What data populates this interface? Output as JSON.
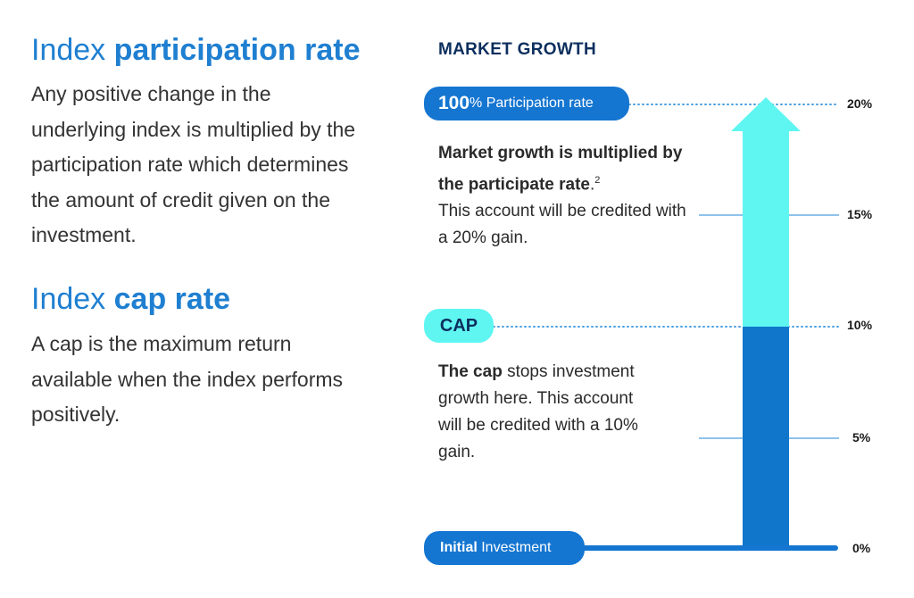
{
  "left": {
    "participation": {
      "title_plain": "Index",
      "title_bold": "participation rate",
      "body": "Any positive change in the underlying index is multiplied by the participation rate which determines the amount of credit given on the investment."
    },
    "cap": {
      "title_plain": "Index",
      "title_bold": "cap rate",
      "body": "A cap is the maximum return available when the index performs positively."
    }
  },
  "diagram": {
    "heading": "MARKET GROWTH",
    "ticks": [
      "20%",
      "15%",
      "10%",
      "5%",
      "0%"
    ],
    "participation_pill": {
      "bold": "100",
      "rest": "% Participation rate"
    },
    "cap_pill": {
      "label": "CAP"
    },
    "initial_pill": {
      "bold": "Initial",
      "rest": " Investment"
    },
    "participation_note": {
      "bold": "Market growth is multiplied by the participate rate",
      "suffix": ".",
      "footnote": "2",
      "line": "This account will be credited with a 20% gain."
    },
    "cap_note": {
      "bold": "The cap",
      "rest": " stops investment growth here. This account will be credited with a 10% gain."
    },
    "levels": {
      "capped_gain_pct": 10,
      "participation_gain_pct": 20
    },
    "colors": {
      "capped_bar": "#0f76cc",
      "growth_arrow": "#5ff6f2",
      "title_blue": "#1f7fd1",
      "pill_blue": "#1576d1",
      "baseline": "#1576d1",
      "guide_line": "#4a9fe0"
    }
  }
}
